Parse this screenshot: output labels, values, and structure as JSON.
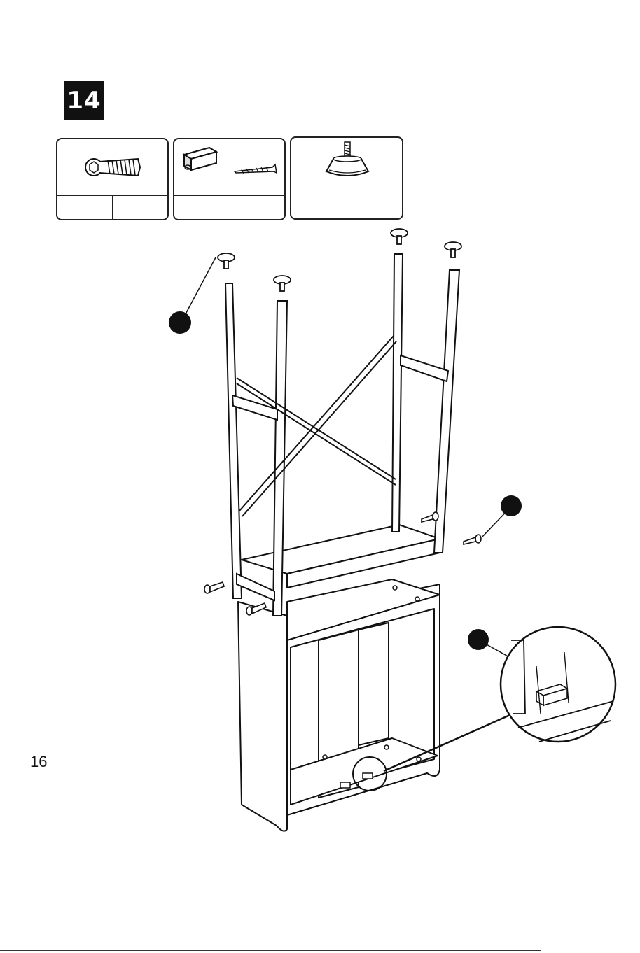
{
  "step": {
    "number": "14"
  },
  "parts": [
    {
      "name": "hex-bolt",
      "qty_cells": [
        "",
        ""
      ]
    },
    {
      "name": "magnetic-catch-with-screw",
      "qty_cells": [
        ""
      ]
    },
    {
      "name": "adjustable-foot",
      "qty_cells": [
        "",
        ""
      ]
    }
  ],
  "footer": {
    "page_number": "16"
  }
}
